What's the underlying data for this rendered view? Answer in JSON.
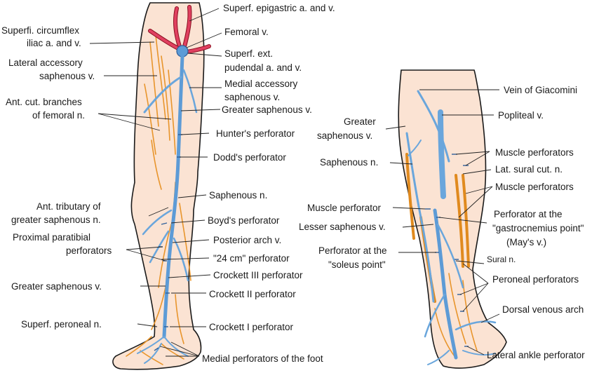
{
  "left_leg_labels": {
    "superf_epigastric": "Superf. epigastric a. and v.",
    "superfi_circumflex_1": "Superfi. circumflex",
    "superfi_circumflex_2": "iliac a. and v.",
    "femoral_v": "Femoral v.",
    "superf_ext_pudendal_1": "Superf. ext.",
    "superf_ext_pudendal_2": "pudendal a. and v.",
    "lateral_accessory_1": "Lateral accessory",
    "lateral_accessory_2": "saphenous v.",
    "medial_accessory_1": "Medial accessory",
    "medial_accessory_2": "saphenous v.",
    "ant_cut_branches_1": "Ant. cut. branches",
    "ant_cut_branches_2": "of femoral n.",
    "greater_saphenous_upper": "Greater saphenous v.",
    "hunters": "Hunter's perforator",
    "dodds": "Dodd's perforator",
    "saphenous_n": "Saphenous n.",
    "ant_tributary_1": "Ant. tributary of",
    "ant_tributary_2": "greater saphenous n.",
    "boyds": "Boyd's perforator",
    "proximal_paratibial_1": "Proximal paratibial",
    "proximal_paratibial_2": "perforators",
    "posterior_arch": "Posterior arch v.",
    "cm24": "\"24 cm\" perforator",
    "crockett3": "Crockett III perforator",
    "greater_saphenous_lower": "Greater saphenous v.",
    "crockett2": "Crockett II perforator",
    "superf_peroneal": "Superf. peroneal n.",
    "crockett1": "Crockett I perforator",
    "medial_foot": "Medial perforators of the foot"
  },
  "right_leg_labels": {
    "giacomini": "Vein of Giacomini",
    "greater_saph_1": "Greater",
    "greater_saph_2": "saphenous v.",
    "popliteal": "Popliteal v.",
    "muscle_perf_1": "Muscle perforators",
    "saphenous_n": "Saphenous n.",
    "lat_sural": "Lat. sural cut. n.",
    "muscle_perf_2": "Muscle perforators",
    "muscle_perf_single": "Muscle perforator",
    "perf_gastro_1": "Perforator at the",
    "perf_gastro_2": "\"gastrocnemius point\"",
    "perf_gastro_3": "(May's v.)",
    "lesser_saph": "Lesser saphenous v.",
    "perf_soleus_1": "Perforator at the",
    "perf_soleus_2": "\"soleus point\"",
    "sural_n": "Sural n.",
    "peroneal_perf": "Peroneal perforators",
    "dorsal_arch": "Dorsal venous arch",
    "lateral_ankle": "Lateral ankle perforator"
  },
  "colors": {
    "skin": "#fbe3d3",
    "vein": "#5d9bd6",
    "nerve": "#e8952c",
    "artery": "#e04060"
  }
}
